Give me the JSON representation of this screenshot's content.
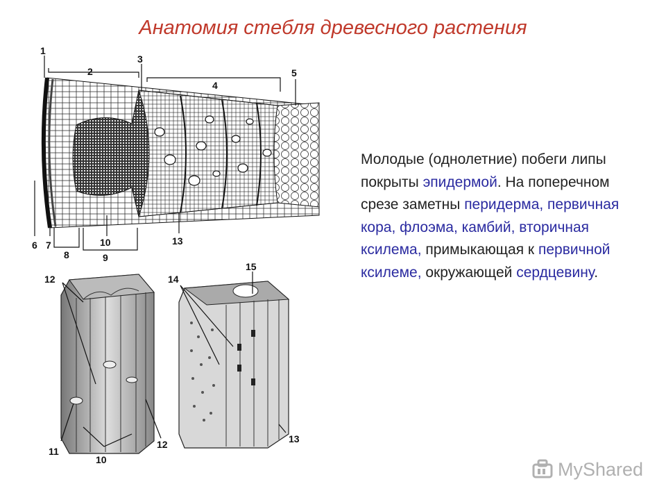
{
  "title": "Анатомия стебля древесного растения",
  "paragraph": [
    {
      "text": "Молодые (однолетние) побеги липы покрыты ",
      "highlight": false
    },
    {
      "text": "эпидермой",
      "highlight": true
    },
    {
      "text": ". На поперечном срезе заметны ",
      "highlight": false
    },
    {
      "text": "перидерма, первичная кора, флоэма, камбий, вторичная ксилема,",
      "highlight": true
    },
    {
      "text": " примыкающая к ",
      "highlight": false
    },
    {
      "text": "первичной ксилеме,",
      "highlight": true
    },
    {
      "text": " окружающей ",
      "highlight": false
    },
    {
      "text": "сердцевину",
      "highlight": true
    },
    {
      "text": ".",
      "highlight": false
    }
  ],
  "cross_section_labels": {
    "l1": "1",
    "l2": "2",
    "l3": "3",
    "l4": "4",
    "l5": "5",
    "l6": "6",
    "l7": "7",
    "l8": "8",
    "l9": "9",
    "l10": "10",
    "l13": "13"
  },
  "left_block_labels": {
    "l12a": "12",
    "l11": "11",
    "l10": "10",
    "l12b": "12"
  },
  "right_block_labels": {
    "l14": "14",
    "l15": "15",
    "l13": "13"
  },
  "watermark": {
    "text": "MyShared",
    "icon": "myshared-logo-icon"
  },
  "colors": {
    "title": "#c0392b",
    "highlight": "#2a2aa0",
    "text": "#222222"
  }
}
